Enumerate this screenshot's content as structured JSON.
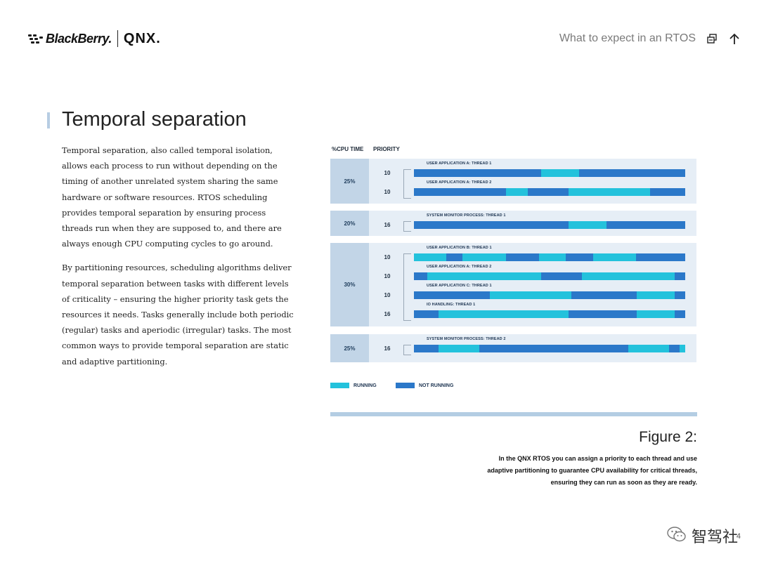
{
  "brand": {
    "blackberry": "BlackBerry.",
    "qnx": "QNX."
  },
  "nav": {
    "title": "What to expect in  an RTOS",
    "icons": [
      "contents-icon",
      "arrow-up-icon"
    ]
  },
  "section": {
    "title": "Temporal separation"
  },
  "body": {
    "p1": "Temporal separation, also called temporal isolation, allows each process to run without depending on the timing of another unrelated system sharing the same hardware or software resources. RTOS scheduling provides temporal separation by ensuring process threads run when they are supposed to, and there are always enough CPU computing cycles to go around.",
    "p2": "By partitioning resources, scheduling algorithms deliver temporal separation between tasks with different levels of criticality – ensuring the higher priority task gets the resources it needs. Tasks generally include both periodic (regular) tasks and aperiodic (irregular) tasks. The most common ways to provide temporal separation are static and adaptive partitioning."
  },
  "figure": {
    "headers": {
      "cpu": "%CPU TIME",
      "priority": "PRIORITY"
    },
    "legend": {
      "running": "RUNNING",
      "not_running": "NOT RUNNING"
    },
    "colors": {
      "running": "#23c2dc",
      "not_running": "#2b78c9",
      "partition_bg": "#e6eef6",
      "pct_bg": "#c2d5e7"
    },
    "groups": [
      {
        "pct": "25%",
        "threads": [
          {
            "label": "USER APPLICATION A: THREAD 1",
            "priority": "10",
            "segments": [
              [
                "n",
                0.47
              ],
              [
                "r",
                0.14
              ],
              [
                "n",
                0.39
              ]
            ]
          },
          {
            "label": "USER APPLICATION A: THREAD 2",
            "priority": "10",
            "segments": [
              [
                "n",
                0.34
              ],
              [
                "r",
                0.08
              ],
              [
                "n",
                0.15
              ],
              [
                "r",
                0.3
              ],
              [
                "n",
                0.13
              ]
            ]
          }
        ]
      },
      {
        "pct": "20%",
        "threads": [
          {
            "label": "SYSTEM MONITOR PROCESS: THREAD 1",
            "priority": "16",
            "segments": [
              [
                "n",
                0.57
              ],
              [
                "r",
                0.14
              ],
              [
                "n",
                0.29
              ]
            ]
          }
        ]
      },
      {
        "pct": "30%",
        "threads": [
          {
            "label": "USER APPLICATION B: THREAD 1",
            "priority": "10",
            "segments": [
              [
                "r",
                0.12
              ],
              [
                "n",
                0.06
              ],
              [
                "r",
                0.16
              ],
              [
                "n",
                0.12
              ],
              [
                "r",
                0.1
              ],
              [
                "n",
                0.1
              ],
              [
                "r",
                0.16
              ],
              [
                "n",
                0.18
              ]
            ]
          },
          {
            "label": "USER APPLICATION A: THREAD 2",
            "priority": "10",
            "segments": [
              [
                "n",
                0.05
              ],
              [
                "r",
                0.42
              ],
              [
                "n",
                0.15
              ],
              [
                "r",
                0.34
              ],
              [
                "n",
                0.04
              ]
            ]
          },
          {
            "label": "USER APPLICATION C: THREAD 1",
            "priority": "10",
            "segments": [
              [
                "n",
                0.28
              ],
              [
                "r",
                0.3
              ],
              [
                "n",
                0.24
              ],
              [
                "r",
                0.14
              ],
              [
                "n",
                0.04
              ]
            ]
          },
          {
            "label": "IO HANDLING: THREAD 1",
            "priority": "16",
            "segments": [
              [
                "n",
                0.09
              ],
              [
                "r",
                0.48
              ],
              [
                "n",
                0.25
              ],
              [
                "r",
                0.14
              ],
              [
                "n",
                0.04
              ]
            ]
          }
        ]
      },
      {
        "pct": "25%",
        "threads": [
          {
            "label": "SYSTEM MONITOR PROCESS: THREAD 2",
            "priority": "16",
            "segments": [
              [
                "n",
                0.09
              ],
              [
                "r",
                0.15
              ],
              [
                "n",
                0.55
              ],
              [
                "r",
                0.15
              ],
              [
                "n",
                0.04
              ],
              [
                "r",
                0.02
              ]
            ]
          }
        ]
      }
    ],
    "title": "Figure 2:",
    "caption": [
      "In the QNX RTOS you can assign a priority to each thread and use",
      "adaptive partitioning to guarantee CPU availability for critical threads,",
      "ensuring they can run as soon as they are ready."
    ]
  },
  "watermark": "智驾社",
  "page_number": "4"
}
